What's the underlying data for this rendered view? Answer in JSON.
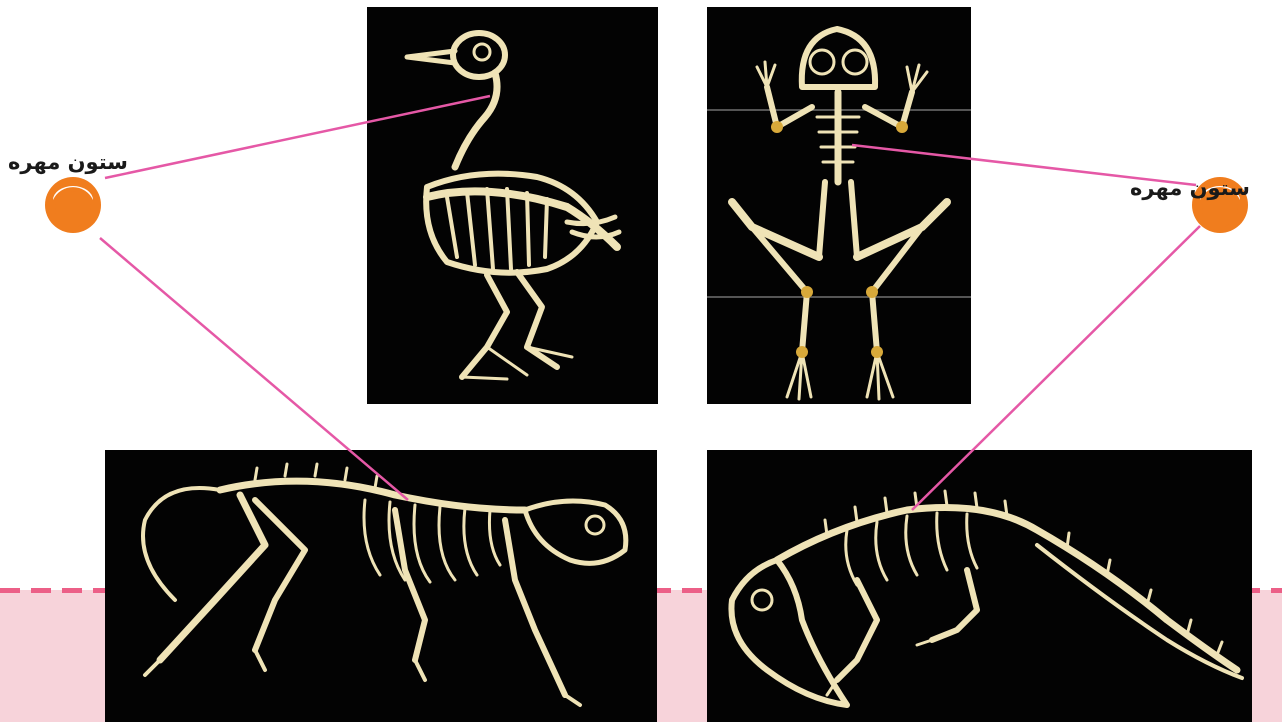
{
  "labels": {
    "left_callout": "ستون مهره",
    "right_callout": "ستون مهره"
  },
  "colors": {
    "leader_line": "#e558a6",
    "marker_orange": "#f07d1e",
    "band_pink": "#f7d3da",
    "dash_pink": "#ec5f87",
    "photo_bg": "#030303",
    "bone": "#efe3b6"
  },
  "photos": {
    "top_left": "bird-skeleton",
    "top_right": "frog-skeleton",
    "bottom_left": "cat-skeleton",
    "bottom_right": "crocodile-skeleton"
  }
}
